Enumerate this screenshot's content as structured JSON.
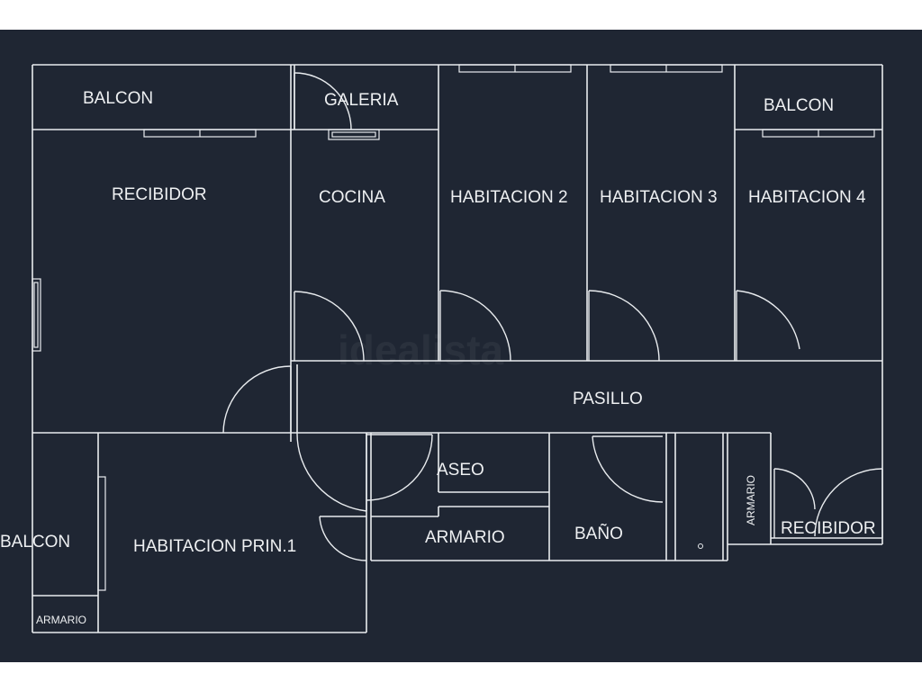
{
  "colors": {
    "background": "#1f2633",
    "line": "#e9ecef",
    "page": "#ffffff"
  },
  "watermark": "idealista",
  "rooms": {
    "balcon_top_left": "BALCON",
    "galeria": "GALERIA",
    "balcon_top_right": "BALCON",
    "recibidor_main": "RECIBIDOR",
    "cocina": "COCINA",
    "habitacion_2": "HABITACION 2",
    "habitacion_3": "HABITACION 3",
    "habitacion_4": "HABITACION 4",
    "pasillo": "PASILLO",
    "aseo": "ASEO",
    "armario_center": "ARMARIO",
    "bano": "BAÑO",
    "armario_vertical": "ARMARIO",
    "recibidor_small": "RECIBIDOR",
    "balcon_left": "BALCON",
    "habitacion_principal": "HABITACION PRIN.1",
    "armario_small": "ARMARIO"
  }
}
